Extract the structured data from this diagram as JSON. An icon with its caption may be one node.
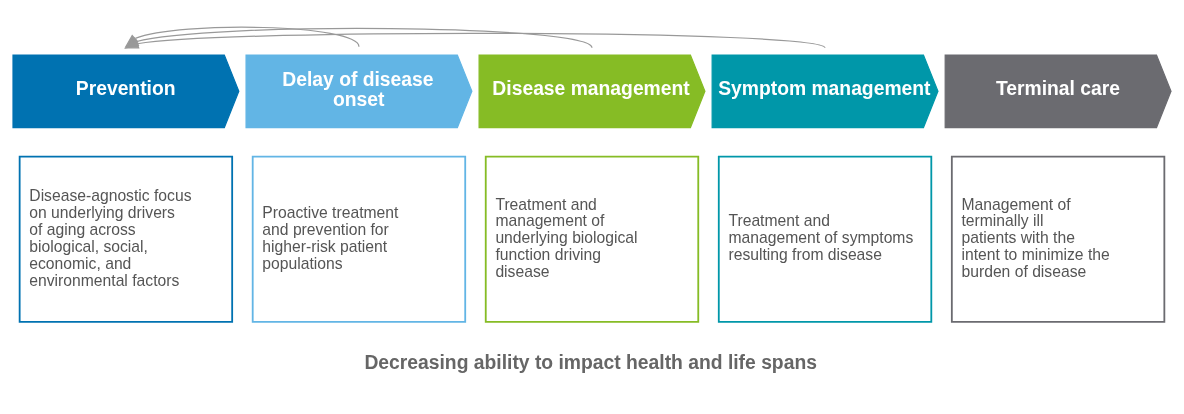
{
  "diagram": {
    "nodes": [
      {
        "text": [
          "Prevention"
        ]
      },
      {
        "text": [
          "Delay of disease onset"
        ]
      },
      {
        "text": [
          "Disease management"
        ]
      },
      {
        "text": [
          "Symptom management"
        ]
      },
      {
        "text": [
          "Terminal care"
        ]
      },
      {
        "text": [
          "Disease-agnostic focus on underlying drivers of aging across biological, social, economic, and environmental factors"
        ]
      },
      {
        "text": [
          "Proactive treatment and prevention for higher-risk patient populations"
        ]
      },
      {
        "text": [
          "Treatment and management of underlying biological function driving disease"
        ]
      },
      {
        "text": [
          "Treatment and management of symptoms resulting from disease"
        ]
      },
      {
        "text": [
          "Management of terminally ill patients with the intent to minimize the burden of disease"
        ]
      }
    ],
    "edges": [
      {
        "from": 1,
        "to": 0,
        "arrow": "to"
      },
      {
        "from": 2,
        "to": 0,
        "arrow": "to"
      },
      {
        "from": 3,
        "to": 0,
        "arrow": "to"
      }
    ],
    "labels": [
      "Decreasing ability to impact health and life spans"
    ]
  }
}
